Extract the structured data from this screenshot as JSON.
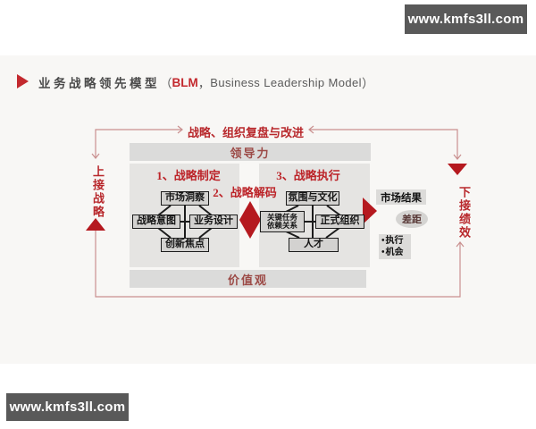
{
  "watermark_top": "www.kmfs3ll.com",
  "watermark_bottom": "www.kmfs3ll.com",
  "title": {
    "cn": "业务战略领先模型",
    "open": "（",
    "abbr": "BLM",
    "sep": "，",
    "en": "Business Leadership Model",
    "close": "）"
  },
  "loop": {
    "top": "战略、组织复盘与改进",
    "left": "上接战略",
    "right": "下接绩效"
  },
  "model": {
    "leadership": "领导力",
    "values": "价值观",
    "h1": "1、战略制定",
    "h2": "2、战略解码",
    "h3": "3、战略执行",
    "left": {
      "top": "市场洞察",
      "left": "战略意图",
      "right": "业务设计",
      "bottom": "创新焦点"
    },
    "right": {
      "top": "氛围与文化",
      "left1": "关键任务",
      "left2": "依赖关系",
      "right": "正式组织",
      "bottom": "人才"
    }
  },
  "results": {
    "market": "市场结果",
    "gap": "差距",
    "bullets": [
      {
        "bullet": "•",
        "label": "执行"
      },
      {
        "bullet": "•",
        "label": "机会"
      }
    ]
  },
  "colors": {
    "accent_red": "#b5191f",
    "text_red": "#b8282c",
    "muted_red": "#9c4a46",
    "loop_line": "#c9908f",
    "panel_gray": "#e5e4e2",
    "bar_gray": "#dbdbda",
    "box_gray": "#d3d2d0",
    "watermark_gray": "#595959"
  }
}
